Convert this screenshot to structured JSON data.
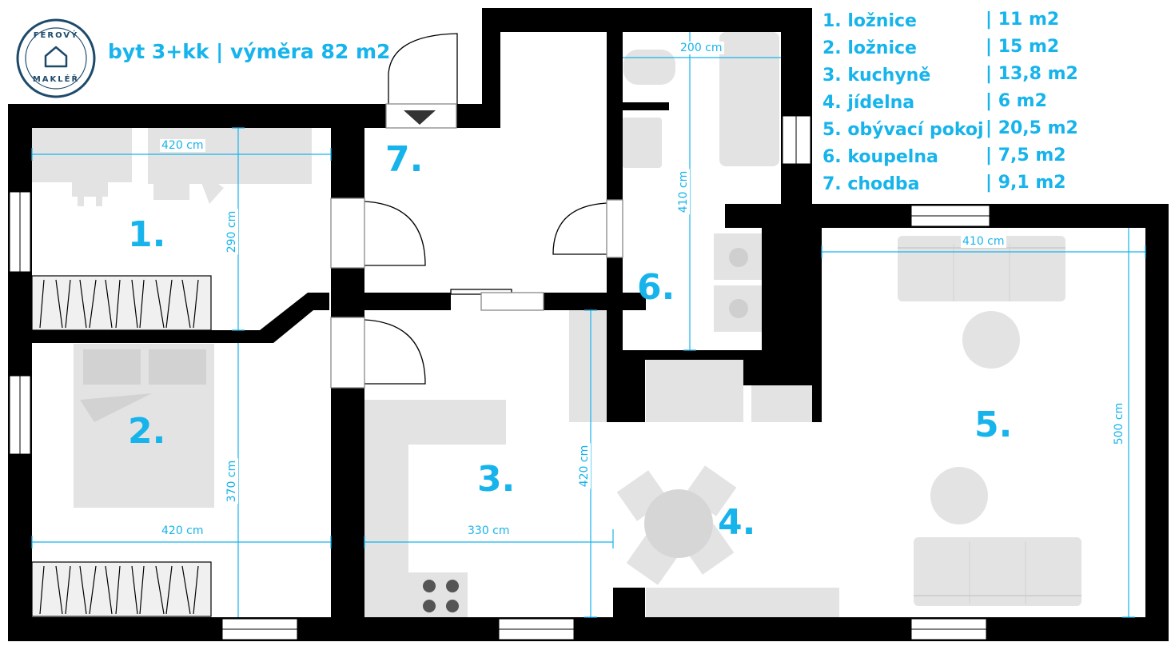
{
  "header": {
    "title": "byt 3+kk | výměra 82 m2"
  },
  "logo": {
    "top_text": "FÉROVÝ",
    "bottom_text": "MAKLÉŘ",
    "color": "#1d4a6b"
  },
  "legend": [
    {
      "name": "1. ložnice",
      "area": "| 11  m2"
    },
    {
      "name": "2. ložnice",
      "area": "| 15  m2"
    },
    {
      "name": "3. kuchyně",
      "area": "| 13,8 m2"
    },
    {
      "name": "4. jídelna",
      "area": "| 6 m2"
    },
    {
      "name": "5. obývací pokoj",
      "area": "| 20,5 m2"
    },
    {
      "name": "6. koupelna",
      "area": "| 7,5 m2"
    },
    {
      "name": "7. chodba",
      "area": "| 9,1 m2"
    }
  ],
  "rooms": {
    "r1": "1.",
    "r2": "2.",
    "r3": "3.",
    "r4": "4.",
    "r5": "5.",
    "r6": "6.",
    "r7": "7."
  },
  "dimensions": {
    "bed1_width": "420 cm",
    "bed1_depth": "290 cm",
    "bed2_depth": "370 cm",
    "bed2_width": "420 cm",
    "kitchen_width": "330 cm",
    "kitchen_depth": "420 cm",
    "bath_width": "200 cm",
    "bath_depth": "410 cm",
    "living_width": "410 cm",
    "living_depth": "500 cm"
  },
  "colors": {
    "accent": "#17b4ec",
    "wall": "#000000",
    "furniture": "#e3e3e3"
  }
}
